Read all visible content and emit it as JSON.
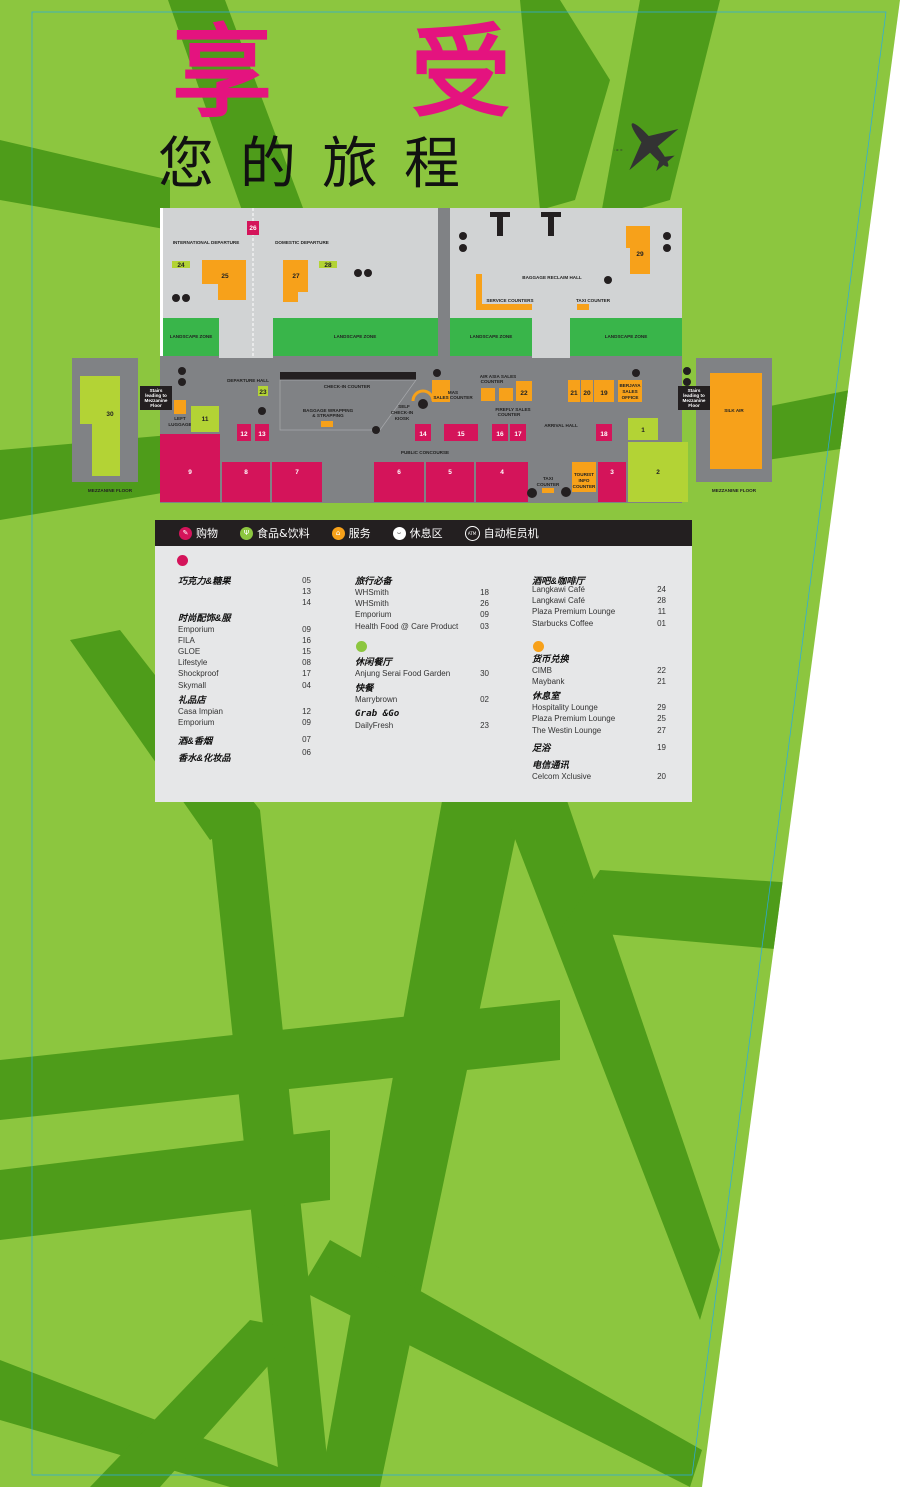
{
  "header": {
    "title_line1": "享 受",
    "title_line2": "您的旅程"
  },
  "colors": {
    "bg_light": "#8cc63f",
    "bg_dark": "#4e9c1a",
    "magenta": "#d4145a",
    "orange": "#f7a11a",
    "lime": "#b3d335",
    "landscape": "#39b54a",
    "floor": "#808285",
    "hall": "#d1d3d4"
  },
  "map": {
    "labels": {
      "international_departure": "INTERNATIONAL DEPARTURE",
      "domestic_departure": "DOMESTIC DEPARTURE",
      "baggage_reclaim_hall": "BAGGAGE RECLAIM HALL",
      "service_counters": "SERVICE COUNTERS",
      "taxi_counter": "TAXI COUNTER",
      "landscape_zone": "LANDSCAPE ZONE",
      "departure_hall": "DEPARTURE HALL",
      "check_in_counter": "CHECK-IN COUNTER",
      "baggage_wrapping_l1": "BAGGAGE WRAPPING",
      "baggage_wrapping_l2": "& STRAPPING",
      "self_checkin_l1": "SELF",
      "self_checkin_l2": "CHECK-IN",
      "self_checkin_l3": "KIOSK",
      "mas_sales": "MAS",
      "mas_sales_2": "SALES COUNTER",
      "airasia_l1": "AIR ASIA SALES",
      "airasia_l2": "COUNTER",
      "firefly_l1": "FIREFLY SALES",
      "firefly_l2": "COUNTER",
      "berjaya_l1": "BERJAYA",
      "berjaya_l2": "SALES",
      "berjaya_l3": "OFFICE",
      "arrival_hall": "ARRIVAL HALL",
      "public_concourse": "PUBLIC CONCOURSE",
      "left_luggage_l1": "LEFT",
      "left_luggage_l2": "LUGGAGE",
      "stairs_l1": "Stairs",
      "stairs_l2": "leading to",
      "stairs_l3": "Mezzanine",
      "stairs_l4": "Floor",
      "mezzanine_floor": "MEZZANINE FLOOR",
      "silk_air": "SILK AIR",
      "taxi_counter2_l1": "TAXI",
      "taxi_counter2_l2": "COUNTER",
      "tourist_l1": "TOURIST",
      "tourist_l2": "INFO",
      "tourist_l3": "COUNTER",
      "atm": "ATM"
    },
    "units": {
      "u1": "1",
      "u2": "2",
      "u3": "3",
      "u4": "4",
      "u5": "5",
      "u6": "6",
      "u7": "7",
      "u8": "8",
      "u9": "9",
      "u11": "11",
      "u12": "12",
      "u13": "13",
      "u14": "14",
      "u15": "15",
      "u16": "16",
      "u17": "17",
      "u18": "18",
      "u19": "19",
      "u20": "20",
      "u21": "21",
      "u22": "22",
      "u23": "23",
      "u24": "24",
      "u25": "25",
      "u26": "26",
      "u27": "27",
      "u28": "28",
      "u29": "29",
      "u30": "30"
    }
  },
  "legend": [
    {
      "icon": "shopping-icon",
      "label": "购物",
      "color": "#d4145a"
    },
    {
      "icon": "food-icon",
      "label": "食品&饮料",
      "color": "#8cc63f"
    },
    {
      "icon": "service-icon",
      "label": "服务",
      "color": "#f7a11a"
    },
    {
      "icon": "lounge-icon",
      "label": "休息区",
      "color": "#ffffff"
    },
    {
      "icon": "atm-icon",
      "label": "自动柜员机",
      "color": "#231f20"
    }
  ],
  "directory": {
    "shopping": [
      {
        "category": "巧克力&糖果",
        "items": [
          {
            "name": "",
            "no": "05"
          },
          {
            "name": "",
            "no": "13"
          },
          {
            "name": "",
            "no": "14"
          }
        ]
      },
      {
        "category": "时尚配饰&服",
        "items": [
          {
            "name": "Emporium",
            "no": "09"
          },
          {
            "name": "FILA",
            "no": "16"
          },
          {
            "name": "GLOE",
            "no": "15"
          },
          {
            "name": "Lifestyle",
            "no": "08"
          },
          {
            "name": "Shockproof",
            "no": "17"
          },
          {
            "name": "Skymall",
            "no": "04"
          }
        ]
      },
      {
        "category": "礼品店",
        "items": [
          {
            "name": "Casa Impian",
            "no": "12"
          },
          {
            "name": "Emporium",
            "no": "09"
          }
        ]
      },
      {
        "category": "酒&香烟",
        "items": [
          {
            "name": "",
            "no": "07"
          }
        ]
      },
      {
        "category": "香水&化妆品",
        "items": [
          {
            "name": "",
            "no": "06"
          }
        ]
      }
    ],
    "travel": [
      {
        "category": "旅行必备",
        "items": [
          {
            "name": "WHSmith",
            "no": "18"
          },
          {
            "name": "WHSmith",
            "no": "26"
          },
          {
            "name": "Emporium",
            "no": "09"
          },
          {
            "name": "Health Food @ Care Product",
            "no": "03"
          }
        ]
      }
    ],
    "food": [
      {
        "category": "休闲餐厅",
        "items": [
          {
            "name": "Anjung Serai Food Garden",
            "no": "30"
          }
        ]
      },
      {
        "category": "快餐",
        "items": [
          {
            "name": "Marrybrown",
            "no": "02"
          }
        ]
      },
      {
        "category": "Grab &Go",
        "items": [
          {
            "name": "DailyFresh",
            "no": "23"
          }
        ]
      }
    ],
    "bars": [
      {
        "category": "酒吧&咖啡厅",
        "items": [
          {
            "name": "Langkawi Café",
            "no": "24"
          },
          {
            "name": "Langkawi Café",
            "no": "28"
          },
          {
            "name": "Plaza Premium Lounge",
            "no": "11"
          },
          {
            "name": "Starbucks Coffee",
            "no": "01"
          }
        ]
      }
    ],
    "services": [
      {
        "category": "货币兑换",
        "items": [
          {
            "name": "CIMB",
            "no": "22"
          },
          {
            "name": "Maybank",
            "no": "21"
          }
        ]
      },
      {
        "category": "休息室",
        "items": [
          {
            "name": "Hospitality Lounge",
            "no": "29"
          },
          {
            "name": "Plaza Premium Lounge",
            "no": "25"
          },
          {
            "name": "The Westin Lounge",
            "no": "27"
          }
        ]
      },
      {
        "category": "足浴",
        "items": [
          {
            "name": "",
            "no": "19"
          }
        ]
      },
      {
        "category": "电信通讯",
        "items": [
          {
            "name": "Celcom Xclusive",
            "no": "20"
          }
        ]
      }
    ]
  }
}
